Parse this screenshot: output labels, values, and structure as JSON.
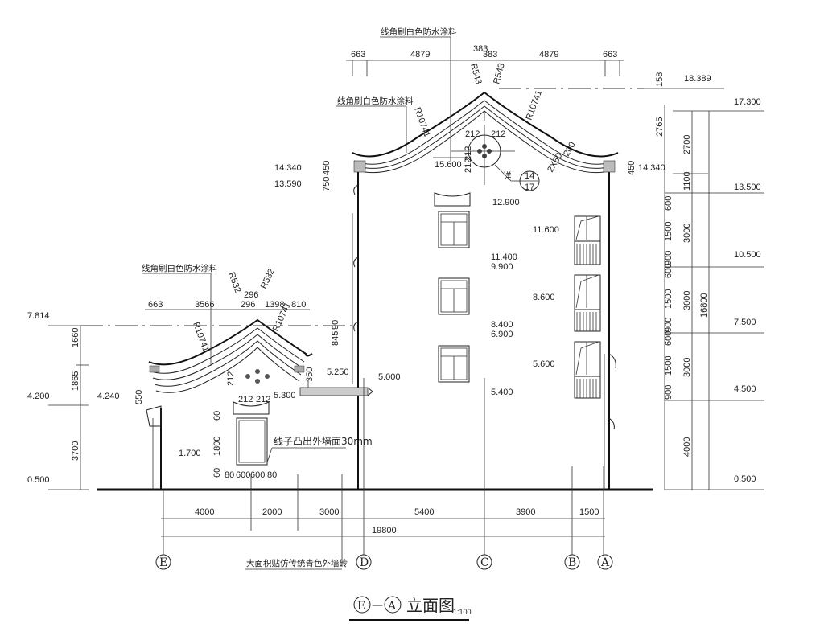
{
  "title": {
    "prefix_axis": "E",
    "suffix_axis": "A",
    "dash": "—",
    "text": "立面图",
    "scale": "1:100"
  },
  "notes": {
    "top_coating": "线角刷白色防水涂料",
    "mid_coating": "线角刷白色防水涂料",
    "low_coating": "线角刷白色防水涂料",
    "molding": "线子凸出外墙面30mm",
    "brick": "大面积贴仿传统青色外墙砖",
    "detail_label": "详",
    "detail_num": "14",
    "detail_sheet": "17"
  },
  "top_dims": [
    "663",
    "4879",
    "383",
    "383",
    "4879",
    "663"
  ],
  "top_radii": [
    "R543",
    "R543",
    "R10741",
    "R10741"
  ],
  "low_dims": [
    "663",
    "3566",
    "296",
    "296",
    "1398",
    "810"
  ],
  "low_radii": [
    "R532",
    "R532",
    "R10741",
    "R10741"
  ],
  "misc_dims": {
    "d212": "212",
    "d2x60": "2X60",
    "d200": "200",
    "d60": "60",
    "d1800": "1800",
    "d80": "80",
    "d600": "600",
    "d350": "350",
    "d550": "550",
    "d450": "450",
    "d750": "750",
    "d845": "845",
    "d90": "90",
    "d158": "158",
    "d2765": "2765"
  },
  "levels_right": [
    "18.389",
    "17.300",
    "14.340",
    "13.500",
    "10.500",
    "7.500",
    "4.500",
    "0.500"
  ],
  "levels_left": [
    "14.340",
    "13.590",
    "7.814",
    "4.200",
    "4.240",
    "0.500",
    "1.700",
    "5.300",
    "5.250",
    "5.000",
    "15.600"
  ],
  "window_levels": [
    "12.900",
    "11.400",
    "9.900",
    "8.400",
    "6.900",
    "5.400"
  ],
  "balcony_levels": [
    "11.600",
    "8.600",
    "5.600"
  ],
  "right_dims_inner": [
    "600",
    "1500",
    "900",
    "600",
    "1500",
    "900",
    "600",
    "1500",
    "900"
  ],
  "right_dims_mid": [
    "2700",
    "1100",
    "3000",
    "3000",
    "3000",
    "4000"
  ],
  "right_dims_total": "16800",
  "left_dims": [
    "1660",
    "1865",
    "3700"
  ],
  "bottom_dims": [
    "4000",
    "2000",
    "3000",
    "5400",
    "3900",
    "1500"
  ],
  "bottom_total": "19800",
  "axes": [
    "E",
    "D",
    "C",
    "B",
    "A"
  ]
}
